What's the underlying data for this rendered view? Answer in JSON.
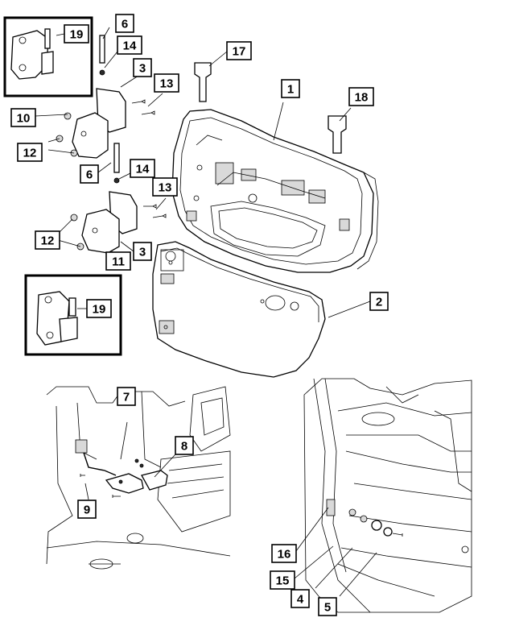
{
  "callouts": [
    {
      "id": "c1",
      "label": "1"
    },
    {
      "id": "c2",
      "label": "2"
    },
    {
      "id": "c3a",
      "label": "3"
    },
    {
      "id": "c3b",
      "label": "3"
    },
    {
      "id": "c4",
      "label": "4"
    },
    {
      "id": "c5",
      "label": "5"
    },
    {
      "id": "c6a",
      "label": "6"
    },
    {
      "id": "c6b",
      "label": "6"
    },
    {
      "id": "c7",
      "label": "7"
    },
    {
      "id": "c8",
      "label": "8"
    },
    {
      "id": "c9",
      "label": "9"
    },
    {
      "id": "c10",
      "label": "10"
    },
    {
      "id": "c11",
      "label": "11"
    },
    {
      "id": "c12a",
      "label": "12"
    },
    {
      "id": "c12b",
      "label": "12"
    },
    {
      "id": "c13a",
      "label": "13"
    },
    {
      "id": "c13b",
      "label": "13"
    },
    {
      "id": "c14a",
      "label": "14"
    },
    {
      "id": "c14b",
      "label": "14"
    },
    {
      "id": "c15",
      "label": "15"
    },
    {
      "id": "c16",
      "label": "16"
    },
    {
      "id": "c17",
      "label": "17"
    },
    {
      "id": "c18",
      "label": "18"
    },
    {
      "id": "c19a",
      "label": "19"
    },
    {
      "id": "c19b",
      "label": "19"
    }
  ]
}
